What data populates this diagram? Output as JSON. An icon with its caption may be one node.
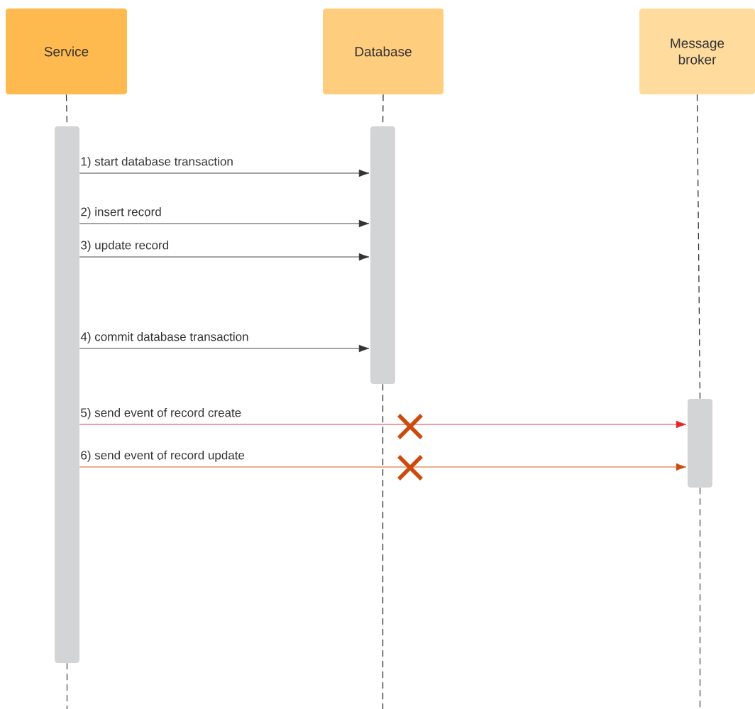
{
  "diagram": {
    "nodes": [
      {
        "text": [
          "Service"
        ]
      },
      {
        "text": [
          "Database"
        ]
      },
      {
        "text": [
          "Message broker"
        ]
      },
      {
        "text": [],
        "shape": "bar"
      },
      {
        "text": [],
        "shape": "bar"
      },
      {
        "text": [],
        "shape": "bar"
      }
    ],
    "edges": [
      {
        "from": 0,
        "to": 3,
        "arrow": "none",
        "style": "dashed"
      },
      {
        "from": 1,
        "to": 4,
        "arrow": "none",
        "style": "dashed"
      },
      {
        "from": 2,
        "to": 5,
        "arrow": "none",
        "style": "dashed"
      },
      {
        "from": 3,
        "to": 4,
        "arrow": "to",
        "label": "1) start database transaction"
      },
      {
        "from": 3,
        "to": 4,
        "arrow": "to",
        "label": "2) insert record"
      },
      {
        "from": 3,
        "to": 4,
        "arrow": "to",
        "label": "3) update record"
      },
      {
        "from": 3,
        "to": 4,
        "arrow": "to",
        "label": "4) commit database transaction"
      },
      {
        "from": 3,
        "to": 5,
        "arrow": "to",
        "label": "5) send event of record create",
        "color": "#e8232a"
      },
      {
        "from": 3,
        "to": 5,
        "arrow": "to",
        "label": "6) send event of record update",
        "color": "#cc4b0c"
      }
    ]
  }
}
